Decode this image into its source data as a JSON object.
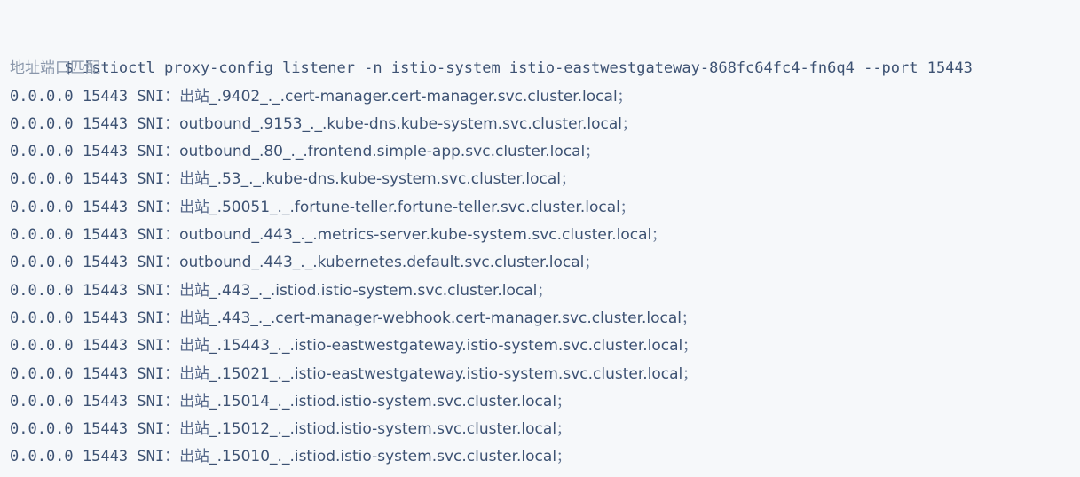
{
  "terminal": {
    "background_color": "#f6f8fa",
    "text_color": "#3d5273",
    "muted_text_color": "#8a97ab",
    "prompt_symbol": "$",
    "command": "istioctl proxy-config listener -n istio-system istio-eastwestgateway-868fc64fc4-fn6q4 --port 15443",
    "command_full_line": "$ istioctl proxy-config listener -n istio-system istio-eastwestgateway-868fc64fc4-fn6q4 --port 15443",
    "column_header": "地址端口匹配",
    "sni_label": "SNI",
    "fullwidth_colon": "：",
    "fullwidth_semicolon": "；",
    "rows": [
      {
        "address": "0.0.0.0",
        "port": "15443",
        "match_prefix": "出站",
        "sni_suffix": "_.9402_._.cert-manager.cert-manager.svc.cluster.local",
        "prefix_is_cjk": true
      },
      {
        "address": "0.0.0.0",
        "port": "15443",
        "match_prefix": "outbound",
        "sni_suffix": "_.9153_._.kube-dns.kube-system.svc.cluster.local",
        "prefix_is_cjk": false
      },
      {
        "address": "0.0.0.0",
        "port": "15443",
        "match_prefix": "outbound",
        "sni_suffix": "_.80_._.frontend.simple-app.svc.cluster.local",
        "prefix_is_cjk": false
      },
      {
        "address": "0.0.0.0",
        "port": "15443",
        "match_prefix": "出站",
        "sni_suffix": "_.53_._.kube-dns.kube-system.svc.cluster.local",
        "prefix_is_cjk": true
      },
      {
        "address": "0.0.0.0",
        "port": "15443",
        "match_prefix": "出站",
        "sni_suffix": "_.50051_._.fortune-teller.fortune-teller.svc.cluster.local",
        "prefix_is_cjk": true
      },
      {
        "address": "0.0.0.0",
        "port": "15443",
        "match_prefix": "outbound",
        "sni_suffix": "_.443_._.metrics-server.kube-system.svc.cluster.local",
        "prefix_is_cjk": false
      },
      {
        "address": "0.0.0.0",
        "port": "15443",
        "match_prefix": "outbound",
        "sni_suffix": "_.443_._.kubernetes.default.svc.cluster.local",
        "prefix_is_cjk": false
      },
      {
        "address": "0.0.0.0",
        "port": "15443",
        "match_prefix": "出站",
        "sni_suffix": "_.443_._.istiod.istio-system.svc.cluster.local",
        "prefix_is_cjk": true
      },
      {
        "address": "0.0.0.0",
        "port": "15443",
        "match_prefix": "出站",
        "sni_suffix": "_.443_._.cert-manager-webhook.cert-manager.svc.cluster.local",
        "prefix_is_cjk": true
      },
      {
        "address": "0.0.0.0",
        "port": "15443",
        "match_prefix": "出站",
        "sni_suffix": "_.15443_._.istio-eastwestgateway.istio-system.svc.cluster.local",
        "prefix_is_cjk": true
      },
      {
        "address": "0.0.0.0",
        "port": "15443",
        "match_prefix": "出站",
        "sni_suffix": "_.15021_._.istio-eastwestgateway.istio-system.svc.cluster.local",
        "prefix_is_cjk": true
      },
      {
        "address": "0.0.0.0",
        "port": "15443",
        "match_prefix": "出站",
        "sni_suffix": "_.15014_._.istiod.istio-system.svc.cluster.local",
        "prefix_is_cjk": true
      },
      {
        "address": "0.0.0.0",
        "port": "15443",
        "match_prefix": "出站",
        "sni_suffix": "_.15012_._.istiod.istio-system.svc.cluster.local",
        "prefix_is_cjk": true
      },
      {
        "address": "0.0.0.0",
        "port": "15443",
        "match_prefix": "出站",
        "sni_suffix": "_.15010_._.istiod.istio-system.svc.cluster.local",
        "prefix_is_cjk": true
      }
    ]
  }
}
